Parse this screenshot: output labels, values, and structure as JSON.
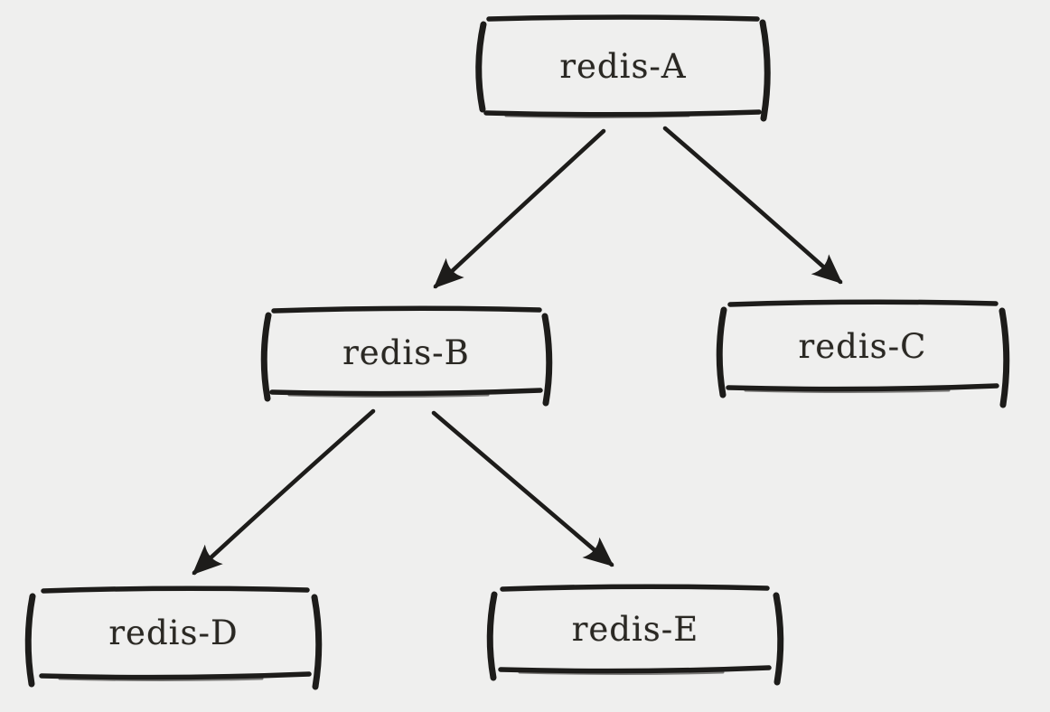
{
  "diagram": {
    "type": "tree",
    "background_color": "#efefee",
    "stroke_color": "#1d1c1a",
    "text_color": "#2a2823",
    "style": "hand-drawn-sketch",
    "nodes": [
      {
        "id": "redis-A",
        "label": "redis-A",
        "level": 0
      },
      {
        "id": "redis-B",
        "label": "redis-B",
        "level": 1
      },
      {
        "id": "redis-C",
        "label": "redis-C",
        "level": 1
      },
      {
        "id": "redis-D",
        "label": "redis-D",
        "level": 2
      },
      {
        "id": "redis-E",
        "label": "redis-E",
        "level": 2
      }
    ],
    "edges": [
      {
        "from": "redis-A",
        "to": "redis-B",
        "arrow": "filled-head"
      },
      {
        "from": "redis-A",
        "to": "redis-C",
        "arrow": "filled-head"
      },
      {
        "from": "redis-B",
        "to": "redis-D",
        "arrow": "filled-head"
      },
      {
        "from": "redis-B",
        "to": "redis-E",
        "arrow": "filled-head"
      }
    ]
  }
}
